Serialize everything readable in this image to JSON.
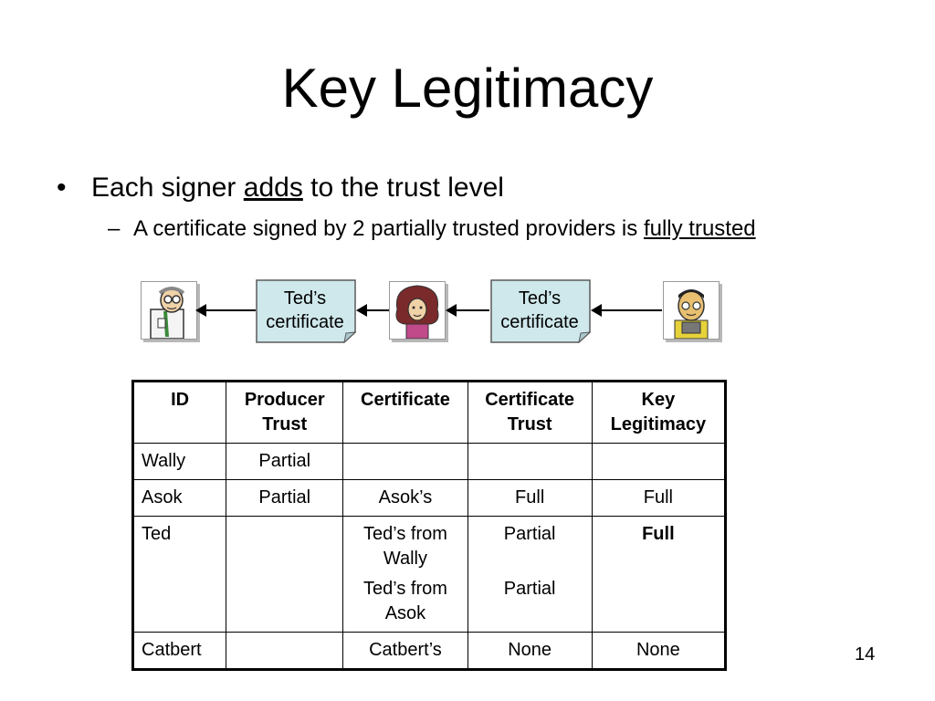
{
  "slide": {
    "title": "Key Legitimacy",
    "bullet1": {
      "marker": "•",
      "pre": "Each signer ",
      "underlined": "adds",
      "post": " to the trust level"
    },
    "bullet2": {
      "marker": "–",
      "pre": "A certificate signed by 2 partially trusted providers is ",
      "underlined": "fully trusted"
    },
    "page_number": "14"
  },
  "diagram": {
    "certificates": [
      {
        "line1": "Ted’s",
        "line2": "certificate"
      },
      {
        "line1": "Ted’s",
        "line2": "certificate"
      }
    ],
    "people_icons": [
      "wally-icon",
      "ted-icon",
      "asok-icon"
    ],
    "colors": {
      "certificate_fill": "#cfe8ec",
      "certificate_border": "#5a5a5a"
    }
  },
  "table": {
    "headers": {
      "id": "ID",
      "producer_trust": [
        "Producer",
        "Trust"
      ],
      "certificate": "Certificate",
      "certificate_trust": [
        "Certificate",
        "Trust"
      ],
      "key_legitimacy": [
        "Key",
        "Legitimacy"
      ]
    },
    "rows": [
      {
        "id": "Wally",
        "producer_trust": "Partial",
        "certificate": "",
        "certificate_trust": "",
        "key_legitimacy": ""
      },
      {
        "id": "Asok",
        "producer_trust": "Partial",
        "certificate": "Asok’s",
        "certificate_trust": "Full",
        "key_legitimacy": "Full"
      },
      {
        "id": "Ted",
        "producer_trust": "",
        "certificates": [
          [
            "Ted’s from",
            "Wally"
          ],
          [
            "Ted’s from",
            "Asok"
          ]
        ],
        "certificate_trusts": [
          "Partial",
          "Partial"
        ],
        "key_legitimacy": "Full"
      },
      {
        "id": "Catbert",
        "producer_trust": "",
        "certificate": "Catbert’s",
        "certificate_trust": "None",
        "key_legitimacy": "None"
      }
    ]
  }
}
